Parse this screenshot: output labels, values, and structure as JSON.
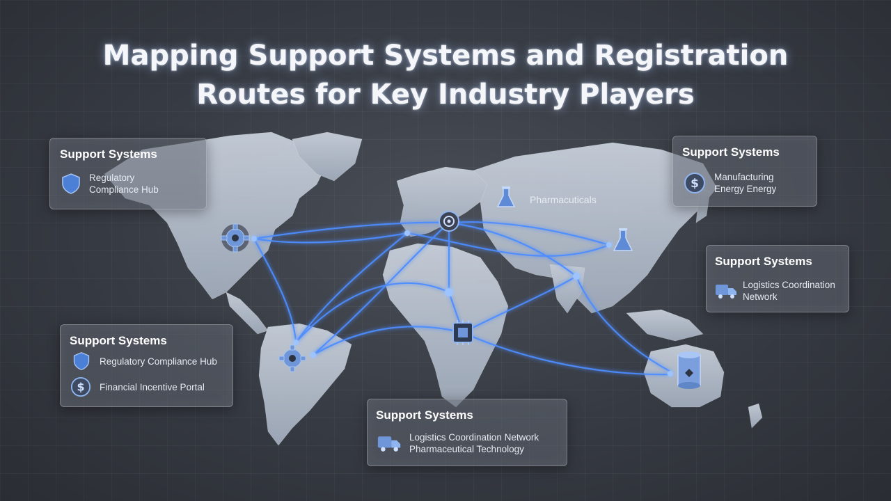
{
  "title": {
    "line1": "Mapping Support Systems and Registration",
    "line2": "Routes for Key Industry Players"
  },
  "panels": {
    "top_left": {
      "heading": "Support Systems",
      "items": [
        {
          "icon": "shield-icon",
          "line1": "Regulatory",
          "line2": "Compliance Hub"
        }
      ]
    },
    "top_right": {
      "heading": "Support Systems",
      "items": [
        {
          "icon": "dollar-icon",
          "line1": "Manufacturing",
          "line2": "Energy Energy"
        }
      ]
    },
    "mid_right": {
      "heading": "Support Systems",
      "items": [
        {
          "icon": "truck-icon",
          "line1": "Logistics Coordination",
          "line2": "Network"
        }
      ]
    },
    "bottom_left": {
      "heading": "Support Systems",
      "items": [
        {
          "icon": "shield-icon",
          "line1": "Regulatory Compliance Hub"
        },
        {
          "icon": "dollar-icon",
          "line1": "Financial Incentive Portal"
        }
      ]
    },
    "bottom_center": {
      "heading": "Support Systems",
      "items": [
        {
          "icon": "truck-icon",
          "line1": "Logistics Coordination Network",
          "line2": "Pharmaceutical Technology"
        }
      ]
    }
  },
  "map_labels": {
    "pharma": "Pharmacuticals"
  },
  "colors": {
    "route": "#4d8dff",
    "route_glow": "#9cc2ff",
    "land": "#b9c4d3",
    "node_icon": "#5b86c9"
  }
}
